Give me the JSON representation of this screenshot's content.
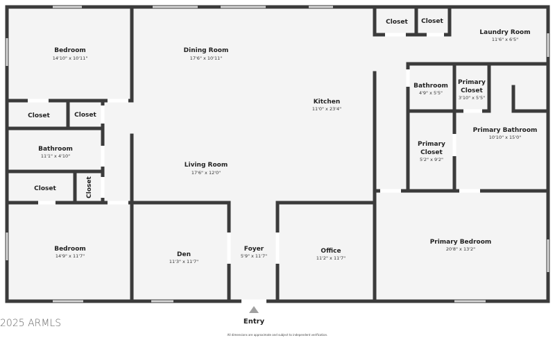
{
  "rooms": {
    "bedroom1": {
      "name": "Bedroom",
      "dim": "14'10\" x 10'11\""
    },
    "dining": {
      "name": "Dining Room",
      "dim": "17'6\" x 10'11\""
    },
    "closet_tr1": {
      "name": "Closet"
    },
    "closet_tr2": {
      "name": "Closet"
    },
    "laundry": {
      "name": "Laundry Room",
      "dim": "11'6\" x 6'5\""
    },
    "closet_l1": {
      "name": "Closet"
    },
    "closet_l2": {
      "name": "Closet"
    },
    "kitchen": {
      "name": "Kitchen",
      "dim": "11'0\" x 23'4\""
    },
    "bath_small": {
      "name": "Bathroom",
      "dim": "4'9\" x 5'5\""
    },
    "primary_closet_small": {
      "name1": "Primary",
      "name2": "Closet",
      "dim": "3'10\" x 5'5\""
    },
    "bathroom_l": {
      "name": "Bathroom",
      "dim": "11'1\" x 4'10\""
    },
    "primary_closet": {
      "name1": "Primary",
      "name2": "Closet",
      "dim": "5'2\" x 9'2\""
    },
    "primary_bath": {
      "name": "Primary Bathroom",
      "dim": "10'10\" x 15'0\""
    },
    "living": {
      "name": "Living Room",
      "dim": "17'6\" x 12'0\""
    },
    "closet_l3": {
      "name": "Closet"
    },
    "closet_l4": {
      "name": "Closet"
    },
    "bedroom2": {
      "name": "Bedroom",
      "dim": "14'9\" x 11'7\""
    },
    "den": {
      "name": "Den",
      "dim": "11'3\" x 11'7\""
    },
    "foyer": {
      "name": "Foyer",
      "dim": "5'9\" x 11'7\""
    },
    "office": {
      "name": "Office",
      "dim": "11'2\" x 11'7\""
    },
    "primary_bedroom": {
      "name": "Primary Bedroom",
      "dim": "20'8\" x 13'2\""
    }
  },
  "entry_label": "Entry",
  "copyright": "2025 ARMLS",
  "disclaimer": "All dimensions are approximate and subject to independent verification.",
  "colors": {
    "wall": "#3b3b3b",
    "floor": "#f4f4f4",
    "entry_arrow": "#a0a0a0"
  }
}
